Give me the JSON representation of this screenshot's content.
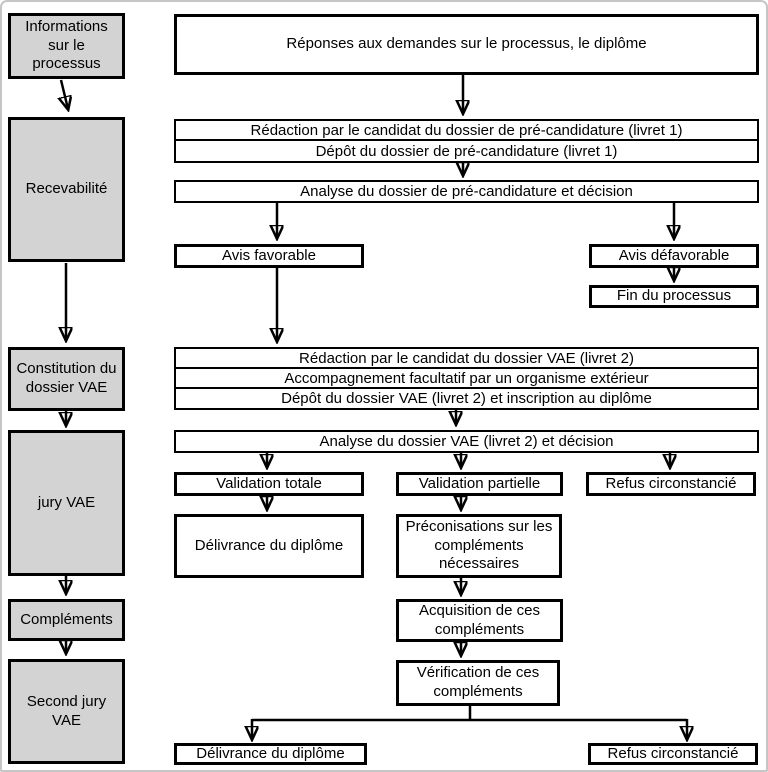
{
  "stages": {
    "informations": "Informations sur le processus",
    "recevabilite": "Recevabilité",
    "constitution": "Constitution du dossier VAE",
    "jury_vae": "jury VAE",
    "complements": "Compléments",
    "second_jury": "Second jury VAE"
  },
  "steps": {
    "reponses": "Réponses aux demandes sur le processus, le diplôme",
    "redaction_livret1": "Rédaction par le candidat du dossier de pré-candidature (livret 1)",
    "depot_livret1": "Dépôt du dossier de pré-candidature (livret 1)",
    "analyse_livret1": "Analyse du dossier de pré-candidature et décision",
    "avis_favorable": "Avis favorable",
    "avis_defavorable": "Avis défavorable",
    "fin_processus": "Fin du processus",
    "redaction_livret2": "Rédaction par le candidat du dossier VAE (livret 2)",
    "accompagnement": "Accompagnement facultatif par un organisme extérieur",
    "depot_livret2": "Dépôt du dossier VAE (livret 2) et inscription au diplôme",
    "analyse_livret2": "Analyse du dossier VAE (livret 2) et décision",
    "validation_totale": "Validation totale",
    "validation_partielle": "Validation partielle",
    "refus_circonstancie": "Refus circonstancié",
    "delivrance_diplome": "Délivrance du diplôme",
    "preconisations": "Préconisations sur les compléments nécessaires",
    "acquisition": "Acquisition de ces compléments",
    "verification": "Vérification de ces compléments",
    "delivrance_diplome_final": "Délivrance du diplôme",
    "refus_circonstancie_final": "Refus circonstancié"
  },
  "colors": {
    "stage_fill": "#d3d3d3",
    "line": "#000000",
    "background": "#ffffff"
  }
}
